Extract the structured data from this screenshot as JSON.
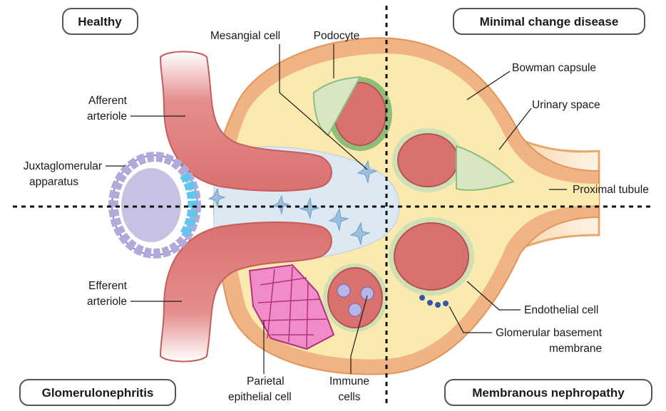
{
  "quadrants": {
    "top_left": "Healthy",
    "top_right": "Minimal change disease",
    "bottom_left": "Glomerulonephritis",
    "bottom_right": "Membranous nephropathy"
  },
  "labels": {
    "mesangial_cell": "Mesangial cell",
    "podocyte": "Podocyte",
    "bowman_capsule": "Bowman capsule",
    "urinary_space": "Urinary space",
    "proximal_tubule": "Proximal tubule",
    "afferent_arteriole": [
      "Afferent",
      "arteriole"
    ],
    "juxtaglomerular_apparatus": [
      "Juxtaglomerular",
      "apparatus"
    ],
    "efferent_arteriole": [
      "Efferent",
      "arteriole"
    ],
    "endothelial_cell": "Endothelial cell",
    "glomerular_basement_membrane": [
      "Glomerular basement",
      "membrane"
    ],
    "parietal_epithelial_cell": [
      "Parietal",
      "epithelial cell"
    ],
    "immune_cells": [
      "Immune",
      "cells"
    ]
  },
  "colors": {
    "capsule_wall": "#e8a86a",
    "urinary_space": "#fbeab0",
    "mesangium": "#dde9f2",
    "vessel": "#d9716f",
    "vessel_lumen": "#f2c4c0",
    "podocyte": "#d8e6c4",
    "jga": "#c9c1e4",
    "parietal_cells": "#f08cc8",
    "immune_cell": "#b9b5e6"
  }
}
